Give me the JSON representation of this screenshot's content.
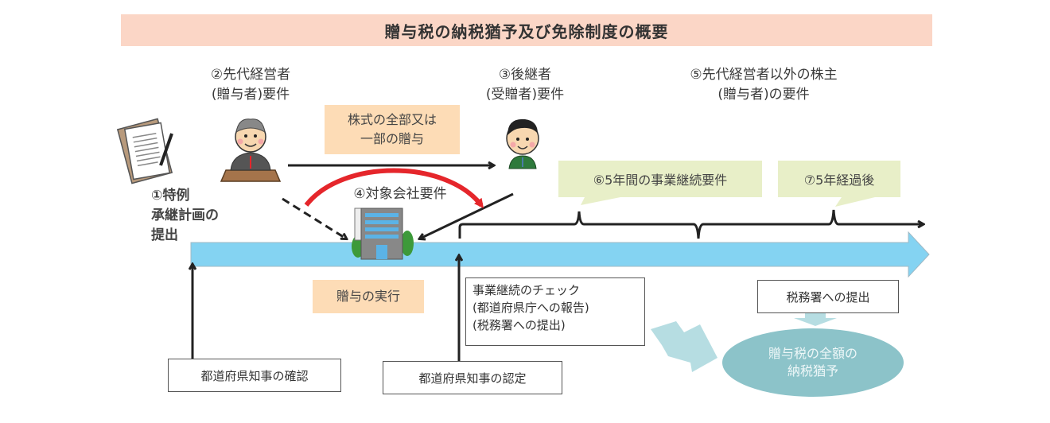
{
  "title": "贈与税の納税猶予及び免除制度の概要",
  "labels": {
    "step1": [
      "①特例",
      "承継計画の",
      "提出"
    ],
    "step2": [
      "②先代経営者",
      "(贈与者)要件"
    ],
    "step3": [
      "③後継者",
      "(受贈者)要件"
    ],
    "step4": "④対象会社要件",
    "step5": [
      "⑤先代経営者以外の株主",
      "(贈与者)の要件"
    ],
    "step6": "⑥5年間の事業継続要件",
    "step7": "⑦5年経過後"
  },
  "gift_box": [
    "株式の全部又は",
    "一部の贈与"
  ],
  "execution": "贈与の実行",
  "governor_confirm": "都道府県知事の確認",
  "governor_certify": "都道府県知事の認定",
  "check_box": [
    "事業継続のチェック",
    "(都道府県庁への報告)",
    "(税務署への提出)"
  ],
  "tax_office": "税務署への提出",
  "result": [
    "贈与税の全額の",
    "納税猶予"
  ],
  "colors": {
    "title_bg": "#fbd6c6",
    "timeline": "#84d3f2",
    "peach_box": "#fddcb6",
    "green_bubble": "#e8efc8",
    "result_ellipse": "#8cc3c9",
    "red_arrow": "#e5262b"
  }
}
